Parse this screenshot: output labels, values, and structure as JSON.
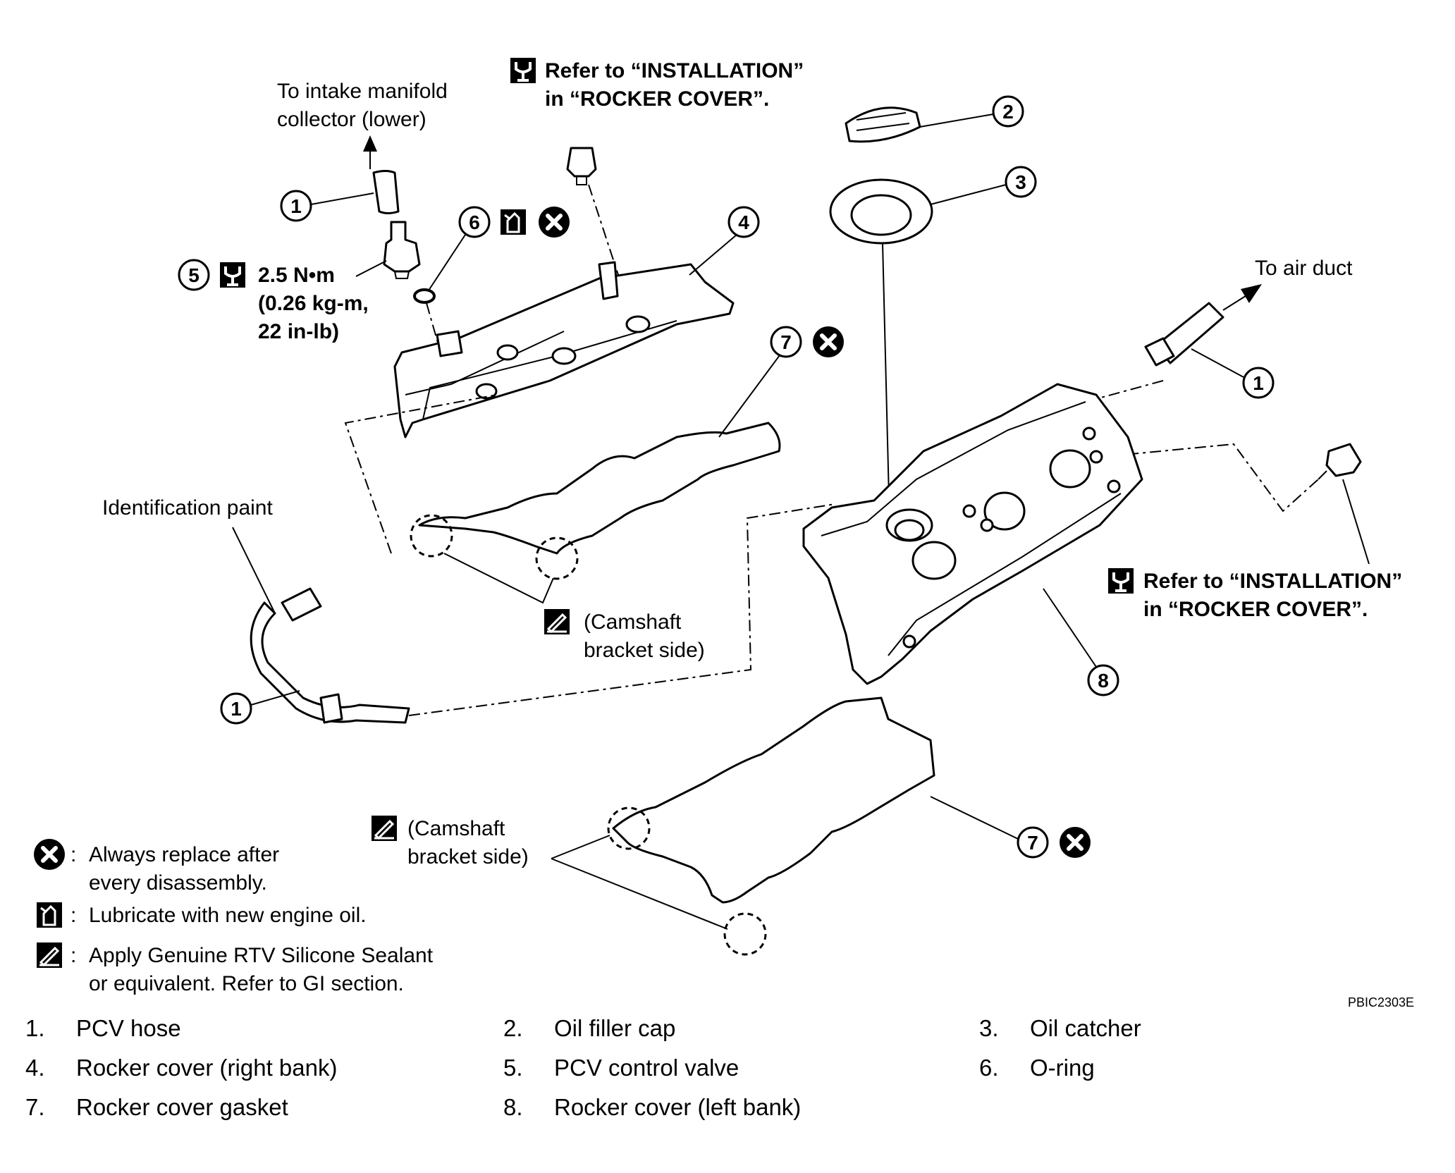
{
  "callouts": {
    "intake": [
      "To intake manifold",
      "collector (lower)"
    ],
    "installation_top": [
      "Refer to “INSTALLATION”",
      "in “ROCKER COVER”."
    ],
    "torque": [
      "2.5 N•m",
      "(0.26 kg-m,",
      "22 in-lb)"
    ],
    "air_duct": "To air duct",
    "identification_paint": "Identification paint",
    "camshaft_side_1": [
      "(Camshaft",
      "bracket side)"
    ],
    "installation_right": [
      "Refer to “INSTALLATION”",
      "in “ROCKER COVER”."
    ],
    "camshaft_side_2": [
      "(Camshaft",
      "bracket side)"
    ],
    "figure_code": "PBIC2303E"
  },
  "part_numbers": {
    "n1a": "1",
    "n1b": "1",
    "n1c": "1",
    "n2": "2",
    "n3": "3",
    "n4": "4",
    "n5": "5",
    "n6": "6",
    "n7a": "7",
    "n7b": "7",
    "n8": "8"
  },
  "symbol_legend": {
    "replace": [
      "Always replace after",
      "every disassembly."
    ],
    "lubricate": "Lubricate with new engine oil.",
    "sealant": [
      "Apply Genuine RTV Silicone Sealant",
      "or equivalent. Refer to GI section."
    ]
  },
  "symbol_icons": {
    "replace": "x-circle-icon",
    "lubricate": "oil-can-icon",
    "sealant": "sealant-tube-icon",
    "installation": "torque-wrench-icon"
  },
  "parts_list": [
    {
      "num": "1.",
      "name": "PCV hose"
    },
    {
      "num": "2.",
      "name": "Oil filler cap"
    },
    {
      "num": "3.",
      "name": "Oil catcher"
    },
    {
      "num": "4.",
      "name": "Rocker cover (right bank)"
    },
    {
      "num": "5.",
      "name": "PCV control valve"
    },
    {
      "num": "6.",
      "name": "O-ring"
    },
    {
      "num": "7.",
      "name": "Rocker cover gasket"
    },
    {
      "num": "8.",
      "name": "Rocker cover (left bank)"
    }
  ]
}
